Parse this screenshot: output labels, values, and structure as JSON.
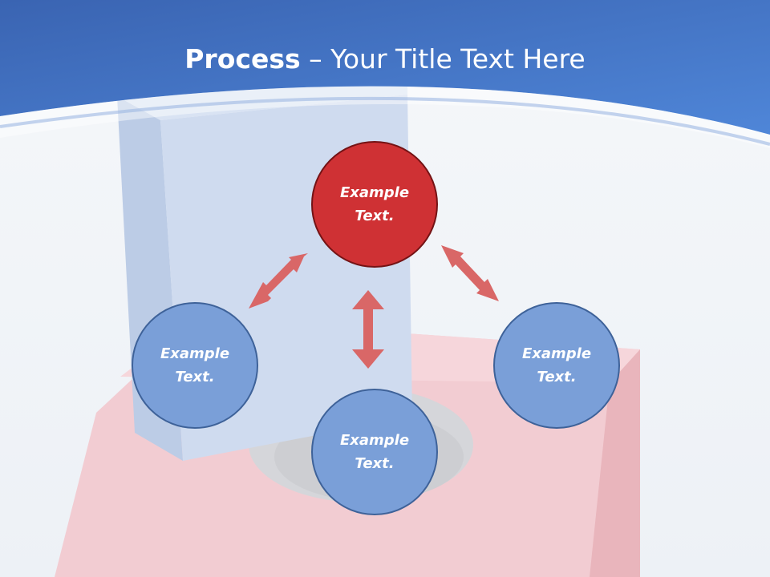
{
  "slide": {
    "title_bold": "Process",
    "title_rest": " – Your Title Text Here",
    "nodes": {
      "top": "Example Text.",
      "left": "Example Text.",
      "bottom": "Example Text.",
      "right": "Example Text."
    },
    "colors": {
      "header_blue": "#3f6fc7",
      "node_blue": "#7a9fd8",
      "node_red": "#cf3134",
      "arrow_red": "#d96767"
    }
  }
}
